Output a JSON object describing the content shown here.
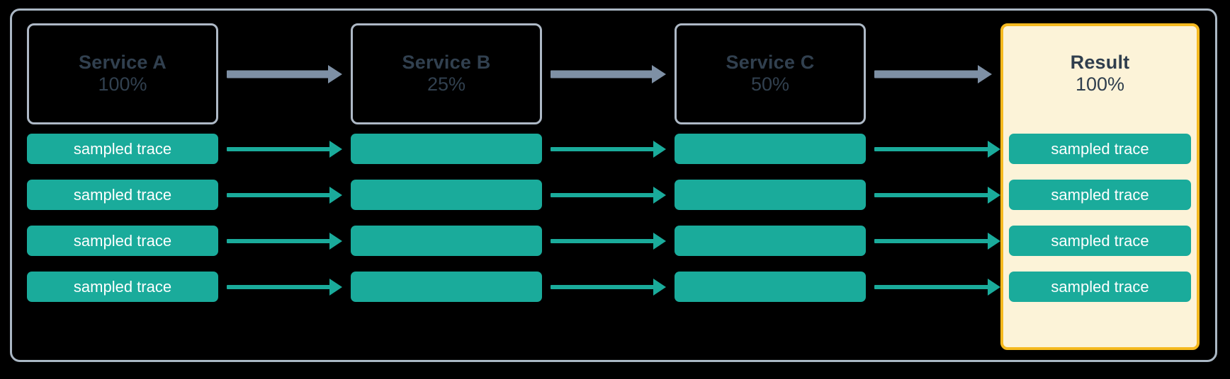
{
  "diagram": {
    "title": "tail sampling trace flow",
    "background_color": "#000000",
    "frame_border_color": "#aab7c4",
    "accent_teal": "#1aab9b",
    "accent_gray": "#7e90a5",
    "result_fill": "#fcf3d8",
    "result_border": "#f5b91f",
    "node_text_color": "#31404f"
  },
  "columns": [
    {
      "id": "service-a",
      "title": "Service A",
      "percent": "100%",
      "highlight": false
    },
    {
      "id": "service-b",
      "title": "Service B",
      "percent": "25%",
      "highlight": false
    },
    {
      "id": "service-c",
      "title": "Service C",
      "percent": "50%",
      "highlight": false
    },
    {
      "id": "result",
      "title": "Result",
      "percent": "100%",
      "highlight": true
    }
  ],
  "trace_rows": [
    {
      "row": 1,
      "cells": [
        {
          "column": "service-a",
          "label": "sampled trace"
        },
        {
          "column": "service-b",
          "label": ""
        },
        {
          "column": "service-c",
          "label": ""
        },
        {
          "column": "result",
          "label": "sampled trace"
        }
      ]
    },
    {
      "row": 2,
      "cells": [
        {
          "column": "service-a",
          "label": "sampled trace"
        },
        {
          "column": "service-b",
          "label": ""
        },
        {
          "column": "service-c",
          "label": ""
        },
        {
          "column": "result",
          "label": "sampled trace"
        }
      ]
    },
    {
      "row": 3,
      "cells": [
        {
          "column": "service-a",
          "label": "sampled trace"
        },
        {
          "column": "service-b",
          "label": ""
        },
        {
          "column": "service-c",
          "label": ""
        },
        {
          "column": "result",
          "label": "sampled trace"
        }
      ]
    },
    {
      "row": 4,
      "cells": [
        {
          "column": "service-a",
          "label": "sampled trace"
        },
        {
          "column": "service-b",
          "label": ""
        },
        {
          "column": "service-c",
          "label": ""
        },
        {
          "column": "result",
          "label": "sampled trace"
        }
      ]
    }
  ],
  "connectors": {
    "header_arrow_count": 3,
    "row_arrow_count_per_row": 3,
    "header_arrow_color": "#7e90a5",
    "row_arrow_color": "#1aab9b"
  }
}
